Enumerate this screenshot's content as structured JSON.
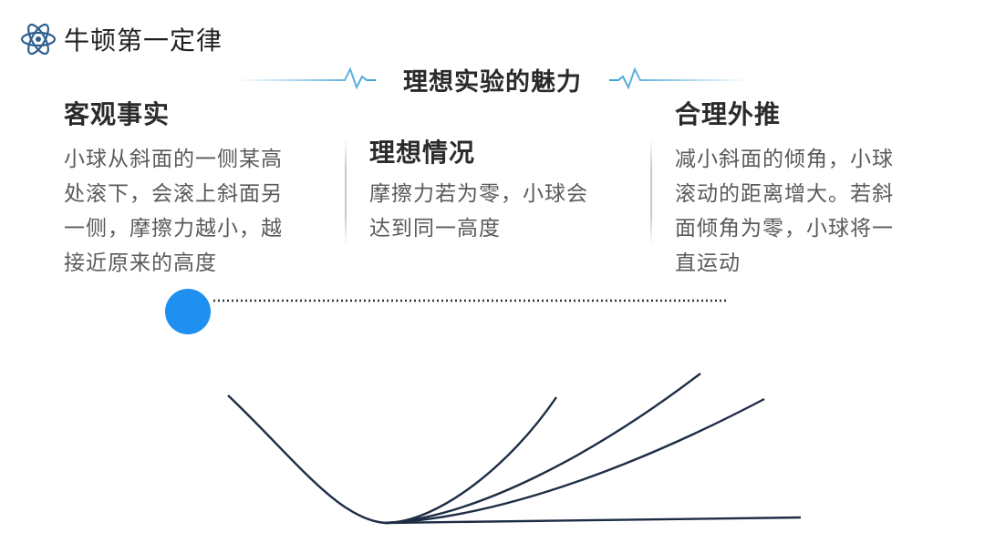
{
  "header": {
    "title": "牛顿第一定律",
    "icon": "atom-icon",
    "accent_color": "#2e5f8f"
  },
  "subtitle": {
    "text": "理想实验的魅力",
    "decor_color": "#3aa0d8"
  },
  "columns": [
    {
      "heading": "客观事实",
      "body": [
        "小球从斜面的一侧某高",
        "处滚下，会滚上斜面另",
        "一侧，摩擦力越小，越",
        "接近原来的高度"
      ]
    },
    {
      "heading": "理想情况",
      "body": [
        "摩擦力若为零，小球会",
        "达到同一高度"
      ]
    },
    {
      "heading": "合理外推",
      "body": [
        "减小斜面的倾角，小球",
        "滚动的距离增大。若斜",
        "面倾角为零，小球将一",
        "直运动"
      ]
    }
  ],
  "diagram": {
    "ball_color": "#1f8ff0",
    "line_color": "#1d2d44"
  }
}
